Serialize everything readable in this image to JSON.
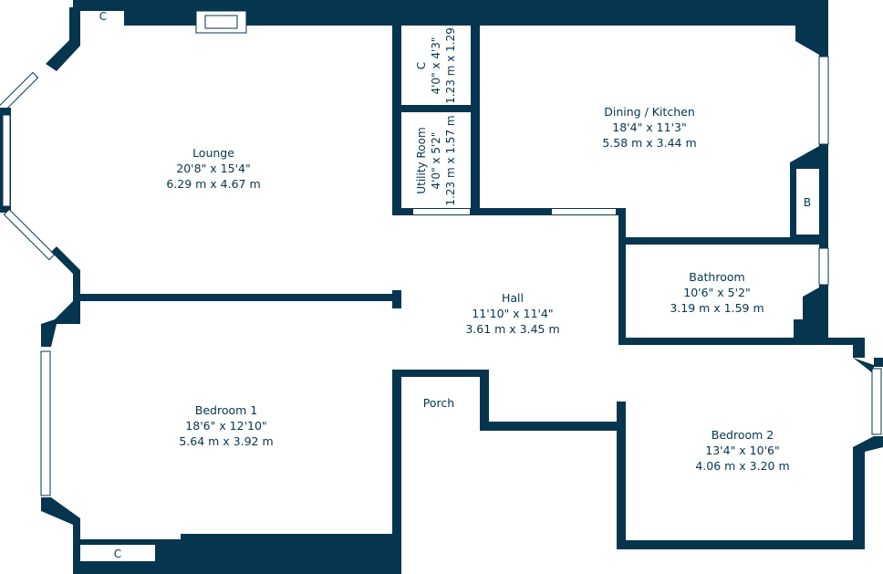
{
  "colors": {
    "wall": "#06354f",
    "background": "#ffffff"
  },
  "rooms": {
    "lounge": {
      "name": "Lounge",
      "imperial": "20'8\" x 15'4\"",
      "metric": "6.29 m x 4.67 m"
    },
    "dining_kitchen": {
      "name": "Dining / Kitchen",
      "imperial": "18'4\" x 11'3\"",
      "metric": "5.58 m x 3.44 m"
    },
    "cupboard_top": {
      "name": "C",
      "imperial": "4'0\" x 4'3\"",
      "metric": "1.23 m x 1.29"
    },
    "utility": {
      "name": "Utility Room",
      "imperial": "4'0\" x 5'2\"",
      "metric": "1.23 m x 1.57 m"
    },
    "hall": {
      "name": "Hall",
      "imperial": "11'10\" x 11'4\"",
      "metric": "3.61 m x 3.45 m"
    },
    "bathroom": {
      "name": "Bathroom",
      "imperial": "10'6\" x 5'2\"",
      "metric": "3.19 m x 1.59 m"
    },
    "bedroom1": {
      "name": "Bedroom 1",
      "imperial": "18'6\" x 12'10\"",
      "metric": "5.64 m x 3.92 m"
    },
    "bedroom2": {
      "name": "Bedroom 2",
      "imperial": "13'4\" x 10'6\"",
      "metric": "4.06 m x 3.20 m"
    },
    "porch": {
      "name": "Porch"
    }
  },
  "cupboards": {
    "lounge_c": "C",
    "bedroom1_c": "C",
    "boiler_b": "B"
  }
}
